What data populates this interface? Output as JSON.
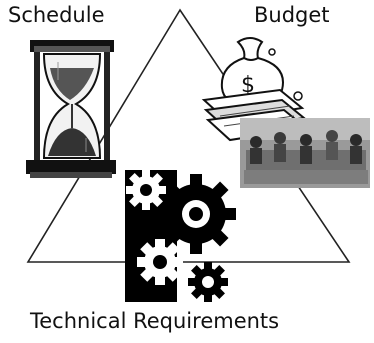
{
  "labels": {
    "schedule": "Schedule",
    "budget": "Budget",
    "technical": "Technical Requirements"
  },
  "icons": {
    "schedule": "hourglass-icon",
    "budget": "money-bag-icon",
    "meeting": "meeting-photo",
    "technical": "gears-icon"
  },
  "colors": {
    "line": "#222222",
    "ink": "#111111",
    "photo": "#8a8a8a"
  }
}
